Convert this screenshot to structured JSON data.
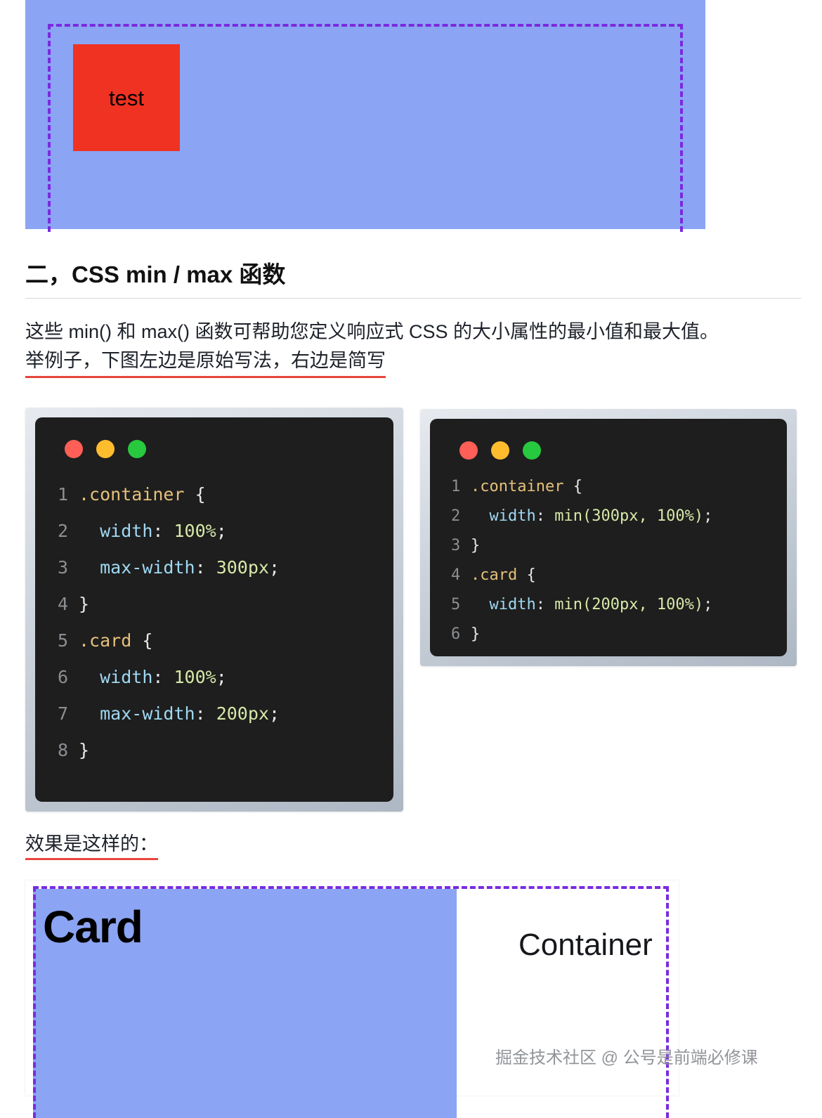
{
  "demo_top": {
    "box_label": "test",
    "colors": {
      "container_bg": "#8ba4f3",
      "dashed_border": "#7b2ae0",
      "box_bg": "#f03222"
    }
  },
  "heading": {
    "text": "二，CSS min / max 函数"
  },
  "paragraph": {
    "line1": "这些 min() 和 max() 函数可帮助您定义响应式 CSS 的大小属性的最小值和最大值。",
    "line2": "举例子，下图左边是原始写法，右边是简写",
    "underline_color": "#e8453c"
  },
  "code_left": {
    "window_dots": [
      "red",
      "yellow",
      "green"
    ],
    "lines": [
      {
        "num": "1",
        "tokens": [
          {
            "t": ".container",
            "c": "sel"
          },
          {
            "t": " ",
            "c": "punc"
          },
          {
            "t": "{",
            "c": "punc"
          }
        ]
      },
      {
        "num": "2",
        "tokens": [
          {
            "t": "  ",
            "c": "punc"
          },
          {
            "t": "width",
            "c": "prop"
          },
          {
            "t": ": ",
            "c": "punc"
          },
          {
            "t": "100%",
            "c": "val"
          },
          {
            "t": ";",
            "c": "punc"
          }
        ]
      },
      {
        "num": "3",
        "tokens": [
          {
            "t": "  ",
            "c": "punc"
          },
          {
            "t": "max-width",
            "c": "prop"
          },
          {
            "t": ": ",
            "c": "punc"
          },
          {
            "t": "300px",
            "c": "val"
          },
          {
            "t": ";",
            "c": "punc"
          }
        ]
      },
      {
        "num": "4",
        "tokens": [
          {
            "t": "}",
            "c": "punc"
          }
        ]
      },
      {
        "num": "5",
        "tokens": [
          {
            "t": ".card",
            "c": "sel"
          },
          {
            "t": " ",
            "c": "punc"
          },
          {
            "t": "{",
            "c": "punc"
          }
        ]
      },
      {
        "num": "6",
        "tokens": [
          {
            "t": "  ",
            "c": "punc"
          },
          {
            "t": "width",
            "c": "prop"
          },
          {
            "t": ": ",
            "c": "punc"
          },
          {
            "t": "100%",
            "c": "val"
          },
          {
            "t": ";",
            "c": "punc"
          }
        ]
      },
      {
        "num": "7",
        "tokens": [
          {
            "t": "  ",
            "c": "punc"
          },
          {
            "t": "max-width",
            "c": "prop"
          },
          {
            "t": ": ",
            "c": "punc"
          },
          {
            "t": "200px",
            "c": "val"
          },
          {
            "t": ";",
            "c": "punc"
          }
        ]
      },
      {
        "num": "8",
        "tokens": [
          {
            "t": "}",
            "c": "punc"
          }
        ]
      }
    ]
  },
  "code_right": {
    "window_dots": [
      "red",
      "yellow",
      "green"
    ],
    "lines": [
      {
        "num": "1",
        "tokens": [
          {
            "t": ".container",
            "c": "sel"
          },
          {
            "t": " ",
            "c": "punc"
          },
          {
            "t": "{",
            "c": "punc"
          }
        ]
      },
      {
        "num": "2",
        "tokens": [
          {
            "t": "  ",
            "c": "punc"
          },
          {
            "t": "width",
            "c": "prop"
          },
          {
            "t": ": ",
            "c": "punc"
          },
          {
            "t": "min(300px, 100%)",
            "c": "val"
          },
          {
            "t": ";",
            "c": "punc"
          }
        ]
      },
      {
        "num": "3",
        "tokens": [
          {
            "t": "}",
            "c": "punc"
          }
        ]
      },
      {
        "num": "4",
        "tokens": [
          {
            "t": ".card",
            "c": "sel"
          },
          {
            "t": " ",
            "c": "punc"
          },
          {
            "t": "{",
            "c": "punc"
          }
        ]
      },
      {
        "num": "5",
        "tokens": [
          {
            "t": "  ",
            "c": "punc"
          },
          {
            "t": "width",
            "c": "prop"
          },
          {
            "t": ": ",
            "c": "punc"
          },
          {
            "t": "min(200px, 100%)",
            "c": "val"
          },
          {
            "t": ";",
            "c": "punc"
          }
        ]
      },
      {
        "num": "6",
        "tokens": [
          {
            "t": "}",
            "c": "punc"
          }
        ]
      }
    ]
  },
  "effect": {
    "label": "效果是这样的："
  },
  "demo_bottom": {
    "card_label": "Card",
    "container_label": "Container",
    "colors": {
      "card_bg": "#8ba4f3",
      "container_bg": "#ffffff",
      "dashed_border": "#7b2ae0"
    }
  },
  "watermark": {
    "text": "掘金技术社区 @ 公号是前端必修课"
  }
}
